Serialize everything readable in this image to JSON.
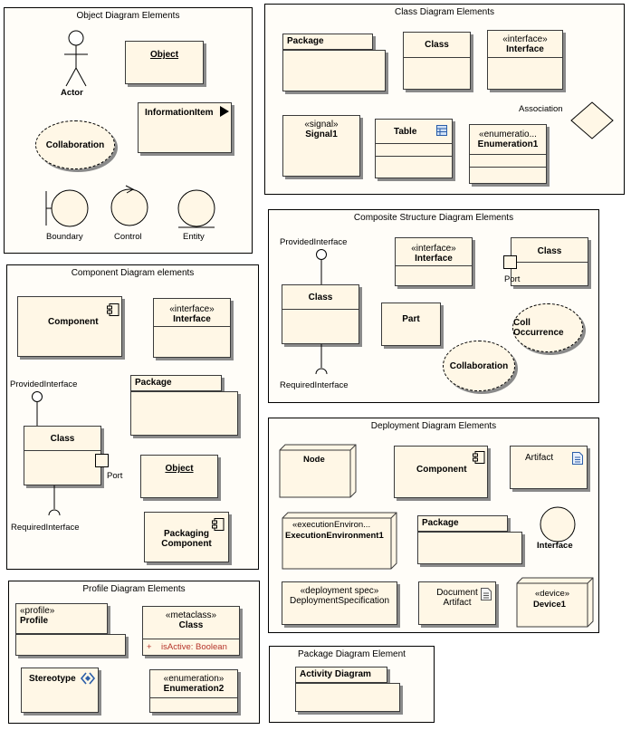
{
  "object_panel": {
    "title": "Object Diagram Elements",
    "actor": "Actor",
    "object": "Object",
    "information_item": "InformationItem",
    "collaboration": "Collaboration",
    "boundary": "Boundary",
    "control": "Control",
    "entity": "Entity"
  },
  "class_panel": {
    "title": "Class Diagram Elements",
    "package": "Package",
    "class": "Class",
    "interface_stereo": "«interface»",
    "interface": "Interface",
    "association": "Association",
    "signal_stereo": "«signal»",
    "signal": "Signal1",
    "table": "Table",
    "enum_stereo": "«enumeratio...",
    "enumeration": "Enumeration1"
  },
  "composite_panel": {
    "title": "Composite Structure Diagram Elements",
    "provided": "ProvidedInterface",
    "interface_stereo": "«interface»",
    "interface": "Interface",
    "class1": "Class",
    "port": "Port",
    "class2": "Class",
    "part": "Part",
    "coll_occurrence": "Coll Occurrence",
    "collaboration": "Collaboration",
    "required": "RequiredInterface"
  },
  "component_panel": {
    "title": "Component Diagram elements",
    "component": "Component",
    "interface_stereo": "«interface»",
    "interface": "Interface",
    "provided": "ProvidedInterface",
    "package": "Package",
    "class": "Class",
    "port": "Port",
    "object": "Object",
    "required": "RequiredInterface",
    "packaging_line1": "Packaging",
    "packaging_line2": "Component"
  },
  "deployment_panel": {
    "title": "Deployment Diagram Elements",
    "node": "Node",
    "component": "Component",
    "artifact": "Artifact",
    "exec_stereo": "«executionEnviron...",
    "exec": "ExecutionEnvironment1",
    "package": "Package",
    "interface": "Interface",
    "spec_stereo": "«deployment spec»",
    "spec": "DeploymentSpecification",
    "doc_line1": "Document",
    "doc_line2": "Artifact",
    "device_stereo": "«device»",
    "device": "Device1"
  },
  "profile_panel": {
    "title": "Profile Diagram Elements",
    "profile_stereo": "«profile»",
    "profile": "Profile",
    "metaclass_stereo": "«metaclass»",
    "class": "Class",
    "attr_vis": "+",
    "attr": "isActive:  Boolean",
    "stereotype": "Stereotype",
    "enum_stereo": "«enumeration»",
    "enumeration": "Enumeration2"
  },
  "package_panel": {
    "title": "Package Diagram Element",
    "activity": "Activity Diagram"
  }
}
